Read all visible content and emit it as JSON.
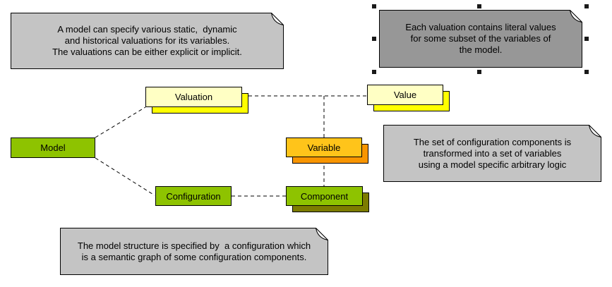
{
  "canvas": {
    "background": "#ffffff"
  },
  "notes": [
    {
      "id": "note-model-valuations",
      "text": "A model can specify various static,  dynamic\nand historical valuations for its variables.\nThe valuations can be either explicit or implicit.",
      "fill": "#c4c4c4",
      "selected": false
    },
    {
      "id": "note-valuation-literal-values",
      "text": "Each valuation contains literal values\nfor some subset of the variables of\nthe model.",
      "fill": "#979797",
      "selected": true
    },
    {
      "id": "note-configuration-transform",
      "text": "The set of configuration components is\ntransformed into a set of variables\nusing a model specific arbitrary logic",
      "fill": "#c4c4c4",
      "selected": false
    },
    {
      "id": "note-model-structure",
      "text": "The model structure is specified by  a configuration which\nis a semantic graph of some configuration components.",
      "fill": "#c4c4c4",
      "selected": false
    }
  ],
  "nodes": [
    {
      "label": "Valuation",
      "fill": "#ffffc4",
      "shadow": "#ffff00"
    },
    {
      "label": "Value",
      "fill": "#ffffc4",
      "shadow": "#ffff00"
    },
    {
      "label": "Model",
      "fill": "#8ec300"
    },
    {
      "label": "Variable",
      "fill": "#ffc41a",
      "shadow": "#f89500"
    },
    {
      "label": "Configuration",
      "fill": "#8ec300"
    },
    {
      "label": "Component",
      "fill": "#8ec300",
      "shadow": "#7c7c00"
    }
  ],
  "connectors": {
    "style": "dashed",
    "color": "#000000"
  },
  "selection": {
    "selected_note": "note-valuation-literal-values",
    "handle_color": "#1a1a1a"
  }
}
